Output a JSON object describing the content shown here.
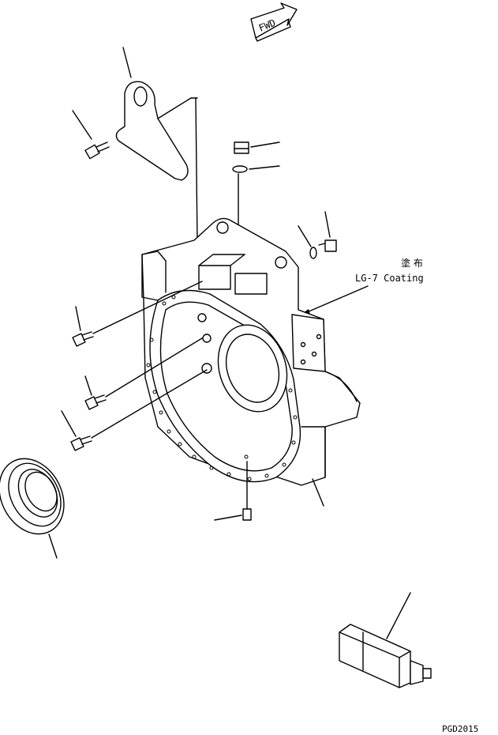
{
  "direction_arrow": {
    "label": "FWD"
  },
  "annotation": {
    "japanese": "塗 布",
    "coating": "LG-7 Coating"
  },
  "drawing_number": "PGD2015"
}
